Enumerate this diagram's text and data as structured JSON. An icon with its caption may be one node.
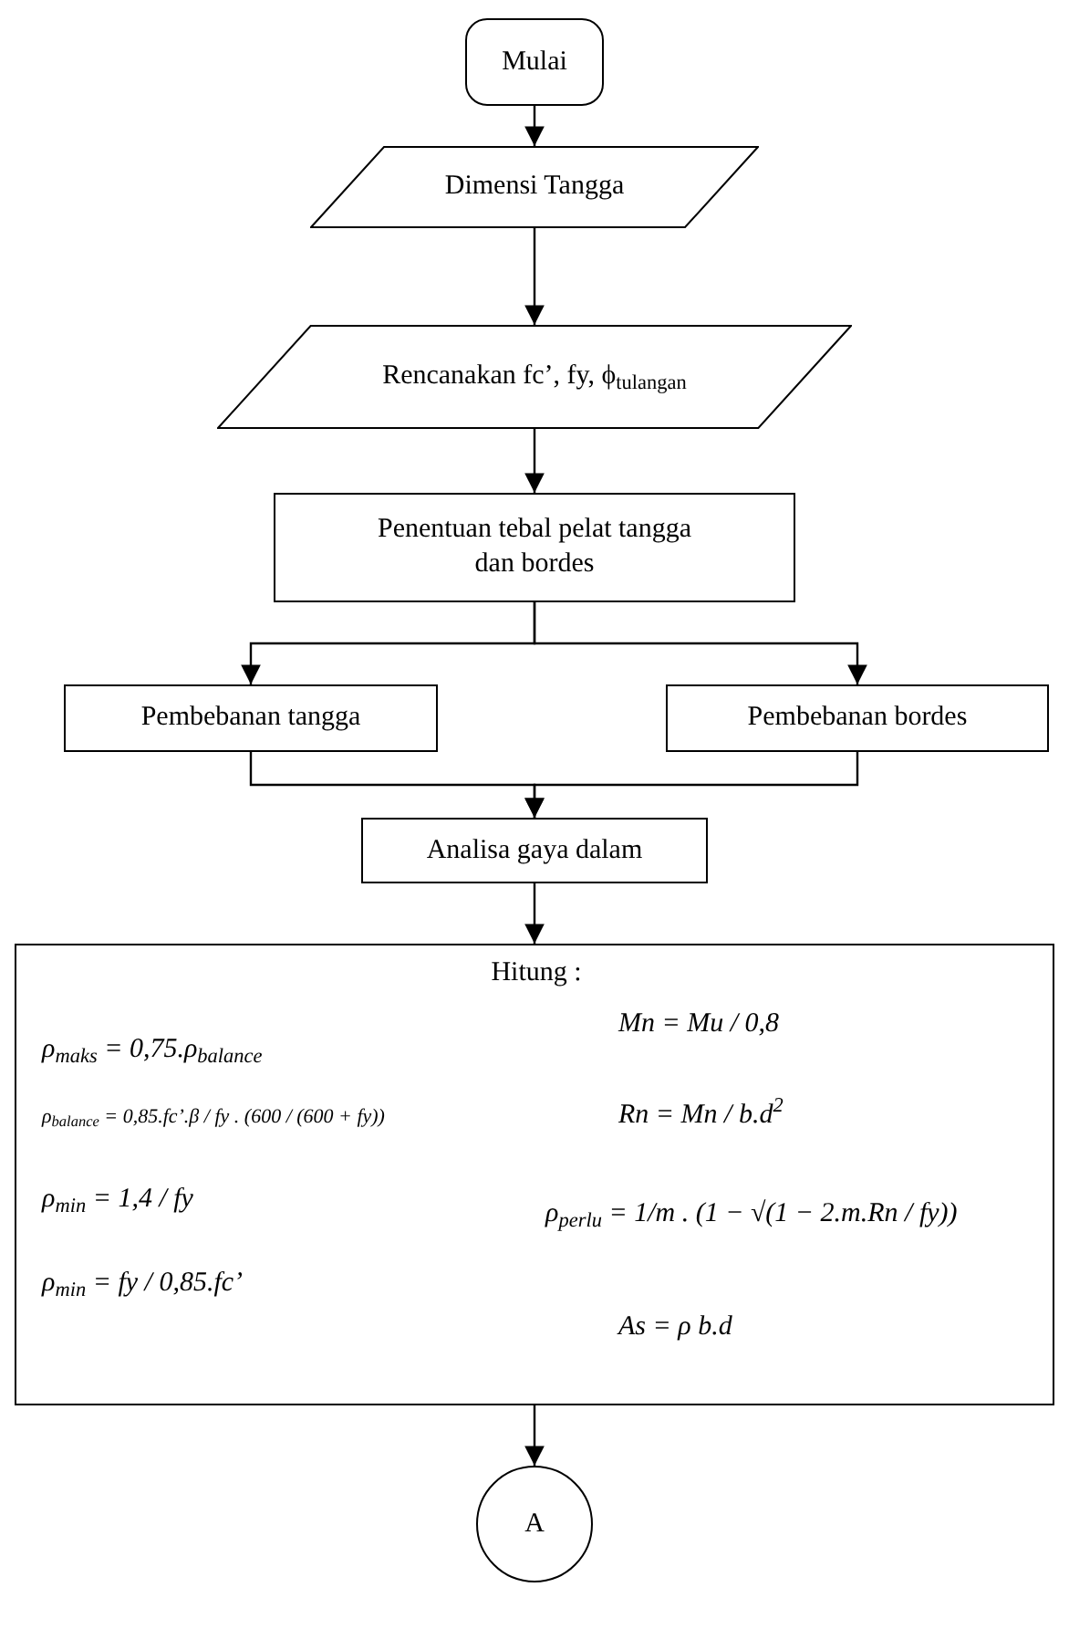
{
  "diagram": {
    "nodes": [
      {
        "text": [
          "Mulai"
        ]
      },
      {
        "text": [
          "Dimensi Tangga"
        ]
      },
      {
        "text": [
          "Rencanakan fc’, fy, ϕ$_{tulangan}$"
        ]
      },
      {
        "text": [
          "Penentuan tebal pelat tangga dan bordes"
        ]
      },
      {
        "text": [
          "Pembebanan tangga"
        ]
      },
      {
        "text": [
          "Pembebanan bordes"
        ]
      },
      {
        "text": [
          "Analisa gaya dalam"
        ]
      },
      {
        "text": [
          "Hitung :",
          "ρ$_{maks}$ = 0,75.ρ$_{balance}$",
          "ρ$_{balance}$ = 0,85.fc’.β / fy . (600 / (600 + fy))",
          "ρ$_{min}$ = 1,4 / fy",
          "ρ$_{min}$ = fy / 0,85.fc’",
          "Mn = Mu / 0,8",
          "Rn = Mn / b.d$^{2}$",
          "ρ$_{perlu}$ = 1/m . (1 − √(1 − 2.m.Rn / fy))",
          "As = ρ b.d"
        ]
      },
      {
        "text": [
          "A"
        ]
      }
    ],
    "edges": [
      {
        "from": 0,
        "to": 1,
        "arrow": "to"
      },
      {
        "from": 1,
        "to": 2,
        "arrow": "to"
      },
      {
        "from": 2,
        "to": 3,
        "arrow": "to"
      },
      {
        "from": 3,
        "to": 4,
        "arrow": "to"
      },
      {
        "from": 3,
        "to": 5,
        "arrow": "to"
      },
      {
        "from": 4,
        "to": 6,
        "arrow": "to"
      },
      {
        "from": 5,
        "to": 6,
        "arrow": "to"
      },
      {
        "from": 6,
        "to": 7,
        "arrow": "to"
      },
      {
        "from": 7,
        "to": 8,
        "arrow": "to"
      }
    ]
  }
}
